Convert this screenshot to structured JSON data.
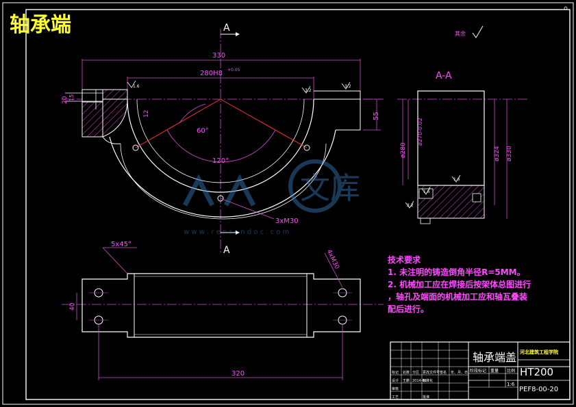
{
  "title": "轴承端",
  "roughness": {
    "label": "其余",
    "symbol_text": "✓"
  },
  "section_marks": {
    "top": "A",
    "bottom": "A",
    "view_label": "A-A"
  },
  "top_view": {
    "dim_overall": "330",
    "dim_bore": "280H8",
    "dim_bore_tol": "+0.05",
    "dim_left_20": "20",
    "dim_left_15": "15",
    "dim_height_12": "12",
    "dim_height_55": "55",
    "dim_angle_60": "60°",
    "dim_angle_120": "120°",
    "dim_holes": "3xM30",
    "roughness_1": "1.6",
    "roughness_2": "3.2",
    "roughness_3": "3.2"
  },
  "section_view": {
    "dim_280": "ø280",
    "dim_270": "ø270-0.02",
    "dim_324": "ø324",
    "dim_330": "ø330",
    "roughness_1": "1.6",
    "roughness_2": "3.2",
    "roughness_3": "1.6"
  },
  "bottom_view": {
    "chamfer": "5x45°",
    "holes": "4xM30",
    "dim_40": "40",
    "dim_320": "320"
  },
  "watermark": {
    "text": "文库",
    "url": "w w w . r e n r e n d o c . c o m"
  },
  "tech_notes": {
    "heading": "技术要求",
    "lines": [
      "1. 未注明的铸造倒角半径R=5MM。",
      "2. 机械加工应在焊接后按架体总图进行",
      "，轴孔及端面的机械加工应和轴瓦叠装",
      "配后进行。"
    ]
  },
  "title_block": {
    "part_name": "轴承端盖",
    "school": "河北建筑工程学院",
    "material": "HT200",
    "drawing_no": "PEF8-00-20",
    "col_stage": "阶段标记",
    "col_weight": "重量",
    "col_scale": "比例",
    "scale_value": "1:6",
    "row_labels": [
      "标记",
      "处数",
      "分区",
      "更改文件号",
      "签名",
      "年、月、日"
    ],
    "row2_labels": [
      "设计",
      "王鹏",
      "2014-06",
      "标准化"
    ],
    "row3_labels": [
      "审核"
    ],
    "row4_labels": [
      "工艺",
      "批准"
    ]
  }
}
